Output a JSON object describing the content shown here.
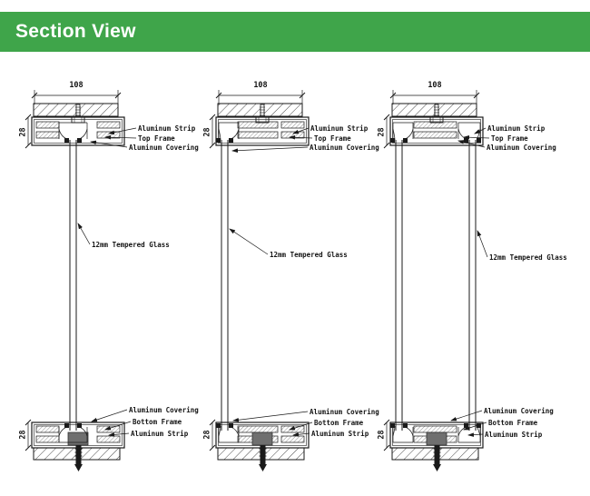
{
  "header": {
    "title": "Section View"
  },
  "colors": {
    "header_bg": "#3fa54a",
    "header_text": "#ffffff",
    "line": "#1a1a1a",
    "anchor_fill": "#6f6f6f"
  },
  "drawings": [
    {
      "variant": "single glass pane, centered",
      "top_dimension": "108",
      "side_dimension_top": "28",
      "side_dimension_bottom": "28",
      "labels": {
        "aluminum_strip_top": "Aluminum Strip",
        "top_frame": "Top Frame",
        "aluminum_covering_top": "Aluminum Covering",
        "glass": "12mm Tempered Glass",
        "aluminum_covering_bottom": "Aluminum Covering",
        "bottom_frame": "Bottom Frame",
        "aluminum_strip_bottom": "Aluminum Strip"
      }
    },
    {
      "variant": "single glass pane, flush left",
      "top_dimension": "108",
      "side_dimension_top": "28",
      "side_dimension_bottom": "28",
      "labels": {
        "aluminum_strip_top": "Aluminum Strip",
        "top_frame": "Top Frame",
        "aluminum_covering_top": "Aluminum Covering",
        "glass": "12mm Tempered Glass",
        "aluminum_covering_bottom": "Aluminum Covering",
        "bottom_frame": "Bottom Frame",
        "aluminum_strip_bottom": "Aluminum Strip"
      }
    },
    {
      "variant": "double glass panes, both sides",
      "top_dimension": "108",
      "side_dimension_top": "28",
      "side_dimension_bottom": "28",
      "labels": {
        "aluminum_strip_top": "Aluminum Strip",
        "top_frame": "Top Frame",
        "aluminum_covering_top": "Aluminum Covering",
        "glass": "12mm Tempered Glass",
        "aluminum_covering_bottom": "Aluminum Covering",
        "bottom_frame": "Bottom Frame",
        "aluminum_strip_bottom": "Aluminum Strip"
      }
    }
  ]
}
